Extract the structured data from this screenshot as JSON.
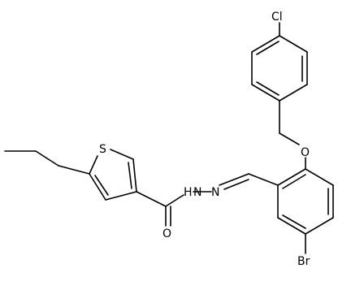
{
  "atoms": {
    "cl": "Cl",
    "s": "S",
    "o_carbonyl": "O",
    "o_ether": "O",
    "n_amide": "N",
    "h_amide": "H",
    "n_imine": "N",
    "br": "Br"
  },
  "colors": {
    "bond": "#000000",
    "label": "#000000",
    "background": "#ffffff"
  }
}
